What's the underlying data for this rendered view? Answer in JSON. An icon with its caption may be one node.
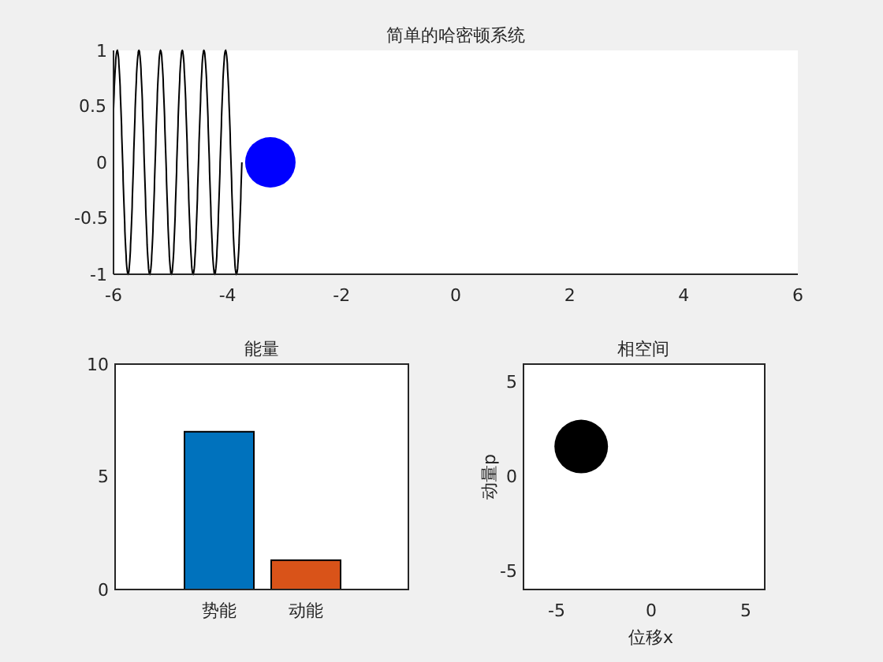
{
  "diagram": {
    "labels": [
      "简单的哈密顿系统",
      "1",
      "0.5",
      "0",
      "-0.5",
      "-1",
      "-6",
      "-4",
      "-2",
      "0",
      "2",
      "4",
      "6",
      "相空间",
      "5",
      "0",
      "-5",
      "动量p",
      "-5",
      "0",
      "5",
      "位移x"
    ],
    "chart_data": {
      "type": "bar",
      "title": "能量",
      "categories": [
        "势能",
        "动能"
      ],
      "ylim": [
        0,
        10
      ],
      "yticks": [
        0,
        5,
        10
      ],
      "series": [
        {
          "color": "#0072bd",
          "values": [
            7.0,
            null
          ]
        },
        {
          "color": "#d95319",
          "values": [
            null,
            1.3
          ]
        }
      ]
    }
  }
}
